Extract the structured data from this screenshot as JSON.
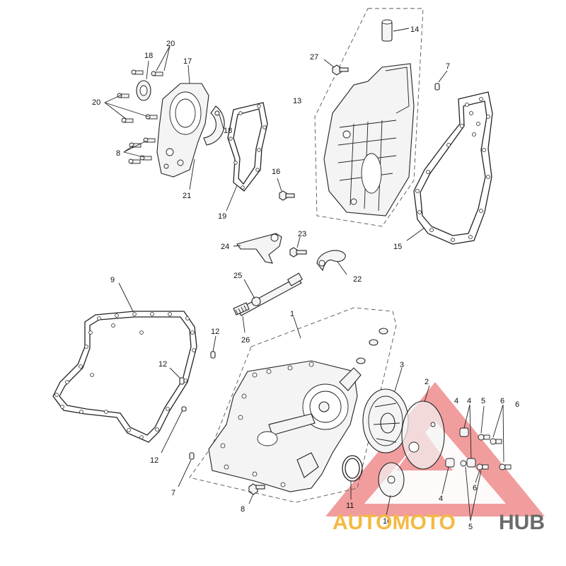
{
  "diagram": {
    "callouts": [
      "1",
      "2",
      "3",
      "4",
      "4",
      "4",
      "5",
      "5",
      "6",
      "6",
      "6",
      "7",
      "7",
      "8",
      "8",
      "9",
      "10",
      "11",
      "12",
      "12",
      "12",
      "13",
      "14",
      "15",
      "16",
      "17",
      "18",
      "18",
      "19",
      "20",
      "20",
      "21",
      "22",
      "23",
      "24",
      "25",
      "26",
      "27"
    ]
  },
  "watermark": {
    "brand_part1": "AUTOMOTO",
    "brand_part2": "HUB",
    "color_part1": "#f4b943",
    "color_part2": "#6b6b6b",
    "triangle_color": "#ef8c8c"
  }
}
